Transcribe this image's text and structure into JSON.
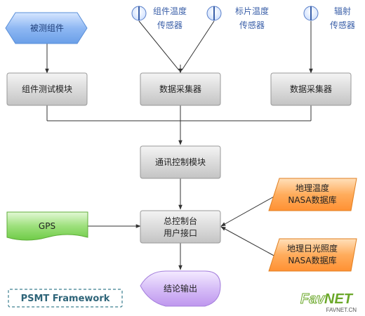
{
  "colors": {
    "accent_blue_text": "#3a5fa8",
    "box_text": "#222222",
    "orange": "#ff9a3c",
    "green": "#7cd05a",
    "purple": "#c9a6f0",
    "blue": "#74a8ee",
    "arrow": "#333333",
    "badge_border": "#3b7f8f",
    "badge_text": "#2e6478",
    "fav_green": "#6ba82a"
  },
  "nodes": {
    "input_component": {
      "label": "被测组件"
    },
    "component_test": {
      "label": "组件测试模块"
    },
    "collector_1": {
      "label": "数据采集器"
    },
    "collector_2": {
      "label": "数据采集器"
    },
    "comm_control": {
      "label": "通讯控制模块"
    },
    "main_control": {
      "line1": "总控制台",
      "line2": "用户接口"
    },
    "output_conclusion": {
      "label": "结论输出"
    },
    "gps": {
      "label": "GPS"
    },
    "db_temp": {
      "line1": "地理温度",
      "line2": "NASA数据库"
    },
    "db_sun": {
      "line1": "地理日光照度",
      "line2": "NASA数据库"
    }
  },
  "sensors": [
    {
      "line1": "组件温度",
      "line2": "传感器",
      "icon": "thermometer-sensor-icon"
    },
    {
      "line1": "标片温度",
      "line2": "传感器",
      "icon": "thermometer-sensor-icon"
    },
    {
      "line1": "辐射",
      "line2": "传感器",
      "icon": "radiation-sensor-icon"
    }
  ],
  "badge": {
    "label": "PSMT Framework"
  },
  "watermark": {
    "brand_a": "Fav",
    "brand_b": "NET",
    "url": "FAVNET.CN"
  }
}
